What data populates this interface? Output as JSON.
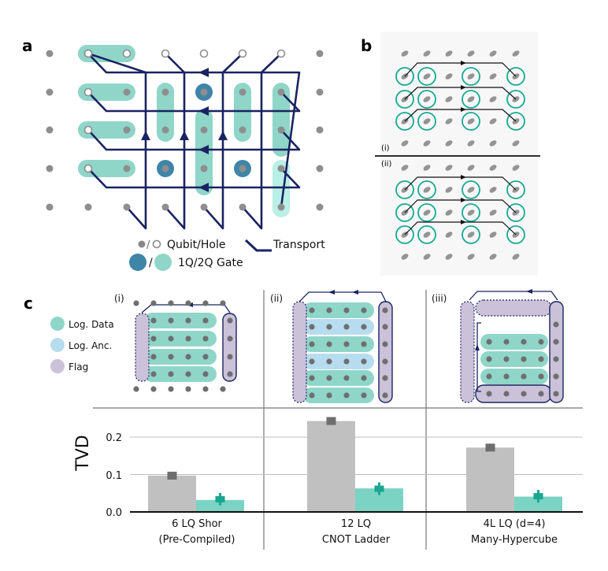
{
  "panel_a": {
    "label": "a",
    "legend": {
      "qubit_hole": "Qubit/Hole",
      "transport": "Transport",
      "gate": "1Q/2Q Gate",
      "slash": "/"
    }
  },
  "panel_b": {
    "label": "b",
    "sub_i": "(i)",
    "sub_ii": "(ii)"
  },
  "panel_c": {
    "label": "c",
    "legend": {
      "data": "Log. Data",
      "anc": "Log. Anc.",
      "flag": "Flag"
    },
    "sub_labels": [
      "(i)",
      "(ii)",
      "(iii)"
    ],
    "colors": {
      "data": "#8fd6c9",
      "anc": "#b7dcef",
      "flag": "#cbc2d9",
      "navy": "#1a2361",
      "gray_bar": "#c0c0c0",
      "teal_bar": "#7bd3c4",
      "gray_marker": "#6e6e6e",
      "teal_marker": "#1aa690"
    }
  },
  "chart_data": {
    "type": "bar",
    "ylabel": "TVD",
    "ylim": [
      0,
      0.25
    ],
    "yticks": [
      "0.0",
      "0.1",
      "0.2"
    ],
    "categories": [
      [
        "6 LQ Shor",
        "(Pre-Compiled)"
      ],
      [
        "12 LQ",
        "CNOT Ladder"
      ],
      [
        "4L LQ (d=4)",
        "Many-Hypercube"
      ]
    ],
    "series": [
      {
        "values": [
          0.097,
          0.243,
          0.172
        ],
        "markers": [
          0.097,
          0.243,
          0.172
        ],
        "color": "#c0c0c0",
        "marker_color": "#6e6e6e"
      },
      {
        "values": [
          0.032,
          0.063,
          0.041
        ],
        "markers": [
          0.034,
          0.062,
          0.042
        ],
        "color": "#7bd3c4",
        "marker_color": "#1aa690"
      }
    ]
  }
}
